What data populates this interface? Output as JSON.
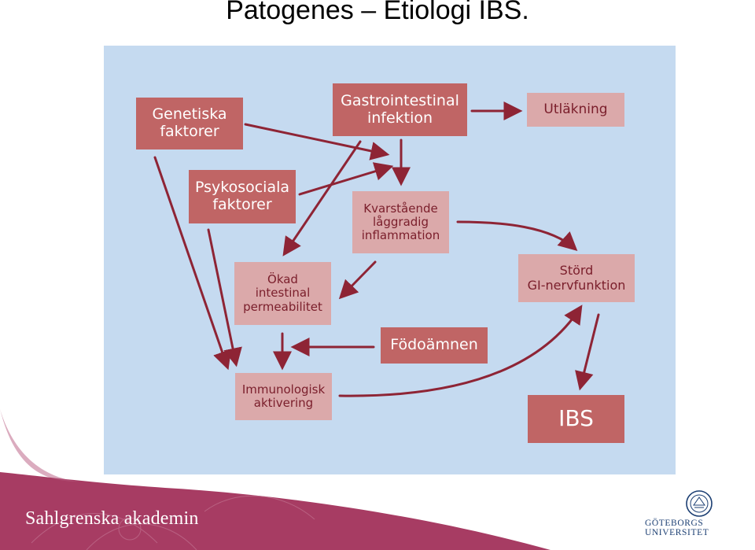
{
  "title": "Patogenes – Etiologi IBS.",
  "boxes": {
    "genetiska": "Genetiska\nfaktorer",
    "gastro": "Gastrointestinal\ninfektion",
    "utlakning": "Utläkning",
    "psyko": "Psykosociala\nfaktorer",
    "kvarstaende": "Kvarstående\nlåggradig\ninflammation",
    "okad": "Ökad\nintestinal\npermeabilitet",
    "stord": "Störd\nGI-nervfunktion",
    "fodoamnen": "Födoämnen",
    "immuno": "Immunologisk\naktivering",
    "ibs": "IBS"
  },
  "footer": {
    "left_logo": "Sahlgrenska akademin",
    "right_logo": "GÖTEBORGS UNIVERSITET"
  },
  "colors": {
    "panel": "#c5daf0",
    "dark_box": "#c06565",
    "light_box": "#dba9aa",
    "arrow": "#8e2435",
    "footer_band": "#a73c63"
  }
}
